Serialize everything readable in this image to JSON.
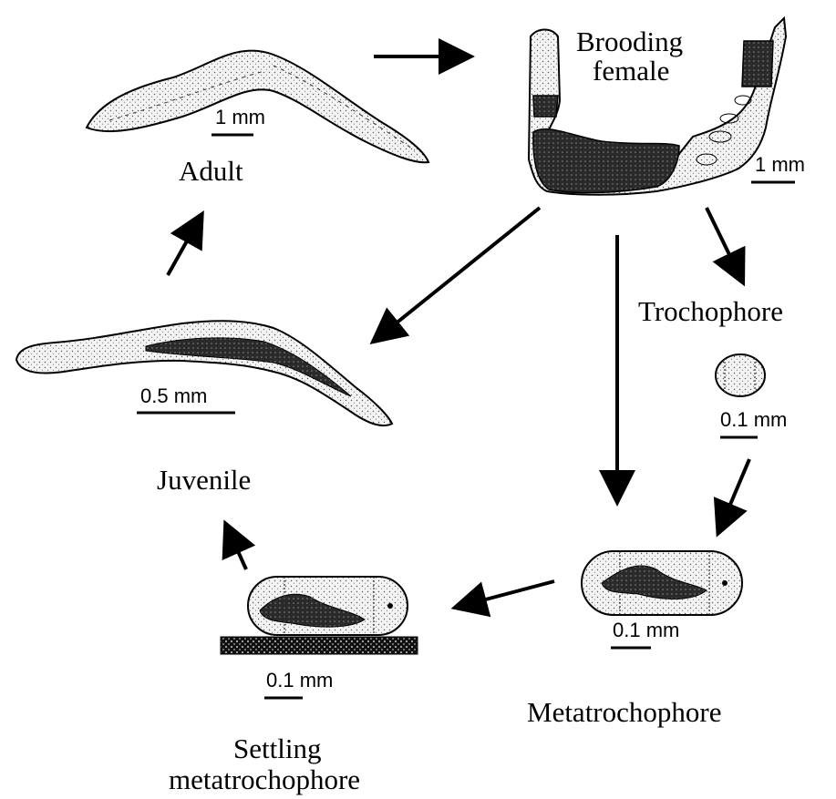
{
  "stages": {
    "adult": "Adult",
    "brooding_line1": "Brooding",
    "brooding_line2": "female",
    "trochophore": "Trochophore",
    "metatrochophore": "Metatrochophore",
    "settling_line1": "Settling",
    "settling_line2": "metatrochophore",
    "juvenile": "Juvenile"
  },
  "scale_bars": {
    "adult": "1 mm",
    "brooding": "1 mm",
    "juvenile": "0.5 mm",
    "trochophore": "0.1 mm",
    "metatrochophore": "0.1 mm",
    "settling": "0.1 mm"
  },
  "colors": {
    "ink": "#000000",
    "body_fill": "#eeeeee",
    "dark_fill": "#1a1a1a",
    "background": "#ffffff"
  }
}
